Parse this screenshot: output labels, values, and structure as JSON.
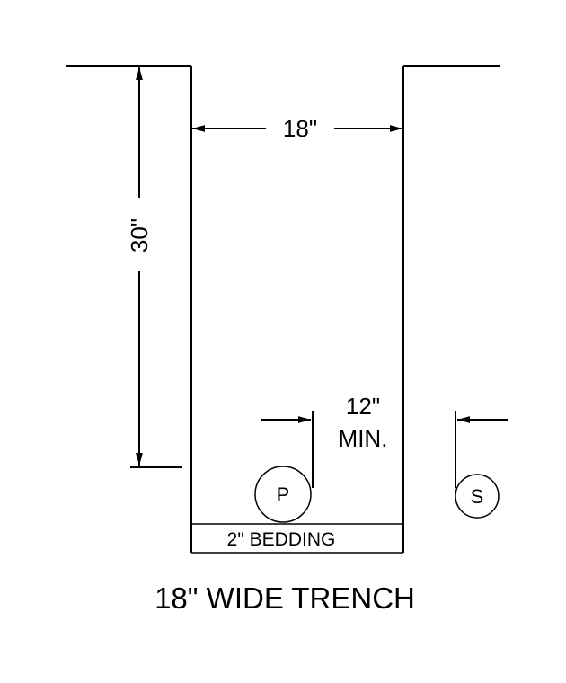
{
  "dimensions": {
    "width_label": "18\"",
    "depth_label": "30\"",
    "clearance_label_line1": "12\"",
    "clearance_label_line2": "MIN."
  },
  "pipes": {
    "primary_label": "P",
    "secondary_label": "S"
  },
  "bedding_label": "2\" BEDDING",
  "title": "18\" WIDE TRENCH",
  "colors": {
    "line": "#000000",
    "background": "#ffffff"
  }
}
